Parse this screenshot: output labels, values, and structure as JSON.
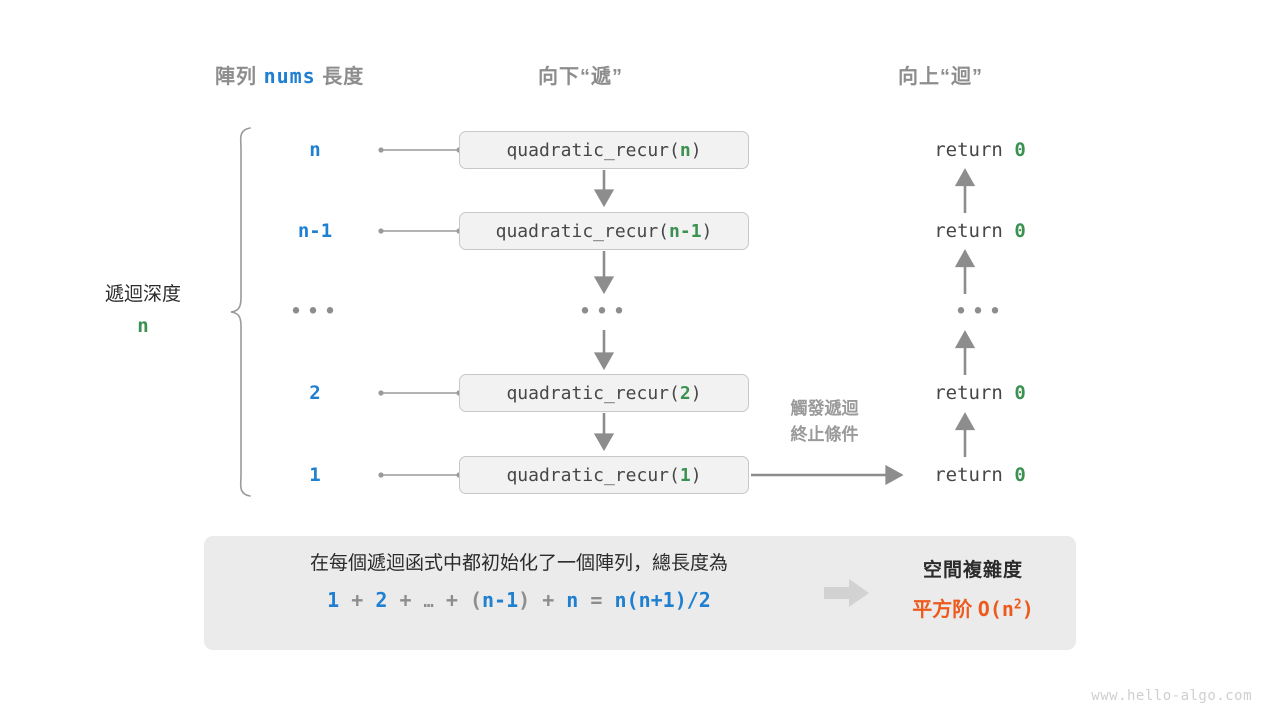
{
  "headers": {
    "array_prefix": "陣列",
    "array_mono": "nums",
    "array_suffix": "長度",
    "down": "向下“遞”",
    "up": "向上“迴”"
  },
  "depth": {
    "label": "遞迴深度",
    "value": "n"
  },
  "rows": [
    {
      "length": "n",
      "call_prefix": "quadratic_recur(",
      "arg": "n",
      "call_suffix": ")",
      "ret_label": "return",
      "ret_value": "0"
    },
    {
      "length": "n-1",
      "call_prefix": "quadratic_recur(",
      "arg": "n-1",
      "call_suffix": ")",
      "ret_label": "return",
      "ret_value": "0"
    },
    {
      "length": "…",
      "call_prefix": "…",
      "arg": "",
      "call_suffix": "",
      "ret_label": "…",
      "ret_value": ""
    },
    {
      "length": "2",
      "call_prefix": "quadratic_recur(",
      "arg": "2",
      "call_suffix": ")",
      "ret_label": "return",
      "ret_value": "0"
    },
    {
      "length": "1",
      "call_prefix": "quadratic_recur(",
      "arg": "1",
      "call_suffix": ")",
      "ret_label": "return",
      "ret_value": "0"
    }
  ],
  "terminate_note": {
    "line1": "觸發遞迴",
    "line2": "終止條件"
  },
  "summary": {
    "sentence": "在每個遞迴函式中都初始化了一個陣列，總長度為",
    "formula": {
      "t1": "1",
      "op1": "+",
      "t2": "2",
      "op2": "+",
      "ellipsis": "…",
      "op3": "+",
      "lparen": "(",
      "t3": "n-1",
      "rparen": ")",
      "op4": "+",
      "t4": "n",
      "eq": "=",
      "t5": "n(n+1)/2"
    },
    "complexity_title": "空間複雜度",
    "complexity_order": "平方阶",
    "complexity_notation": "O(n",
    "complexity_exp": "2",
    "complexity_close": ")"
  },
  "icons": {
    "brace": "curly-brace-icon",
    "down_arrow": "down-arrow-icon",
    "up_arrow": "up-arrow-icon",
    "right_arrow": "right-arrow-icon",
    "block_arrow": "block-right-arrow-icon"
  },
  "watermark": "www.hello-algo.com",
  "colors": {
    "blue": "#1f7fd0",
    "green": "#3a9150",
    "orange": "#ec5b1e",
    "gray": "#8d8d8d",
    "box_fill": "#f2f2f2",
    "panel_fill": "#ebebeb"
  }
}
